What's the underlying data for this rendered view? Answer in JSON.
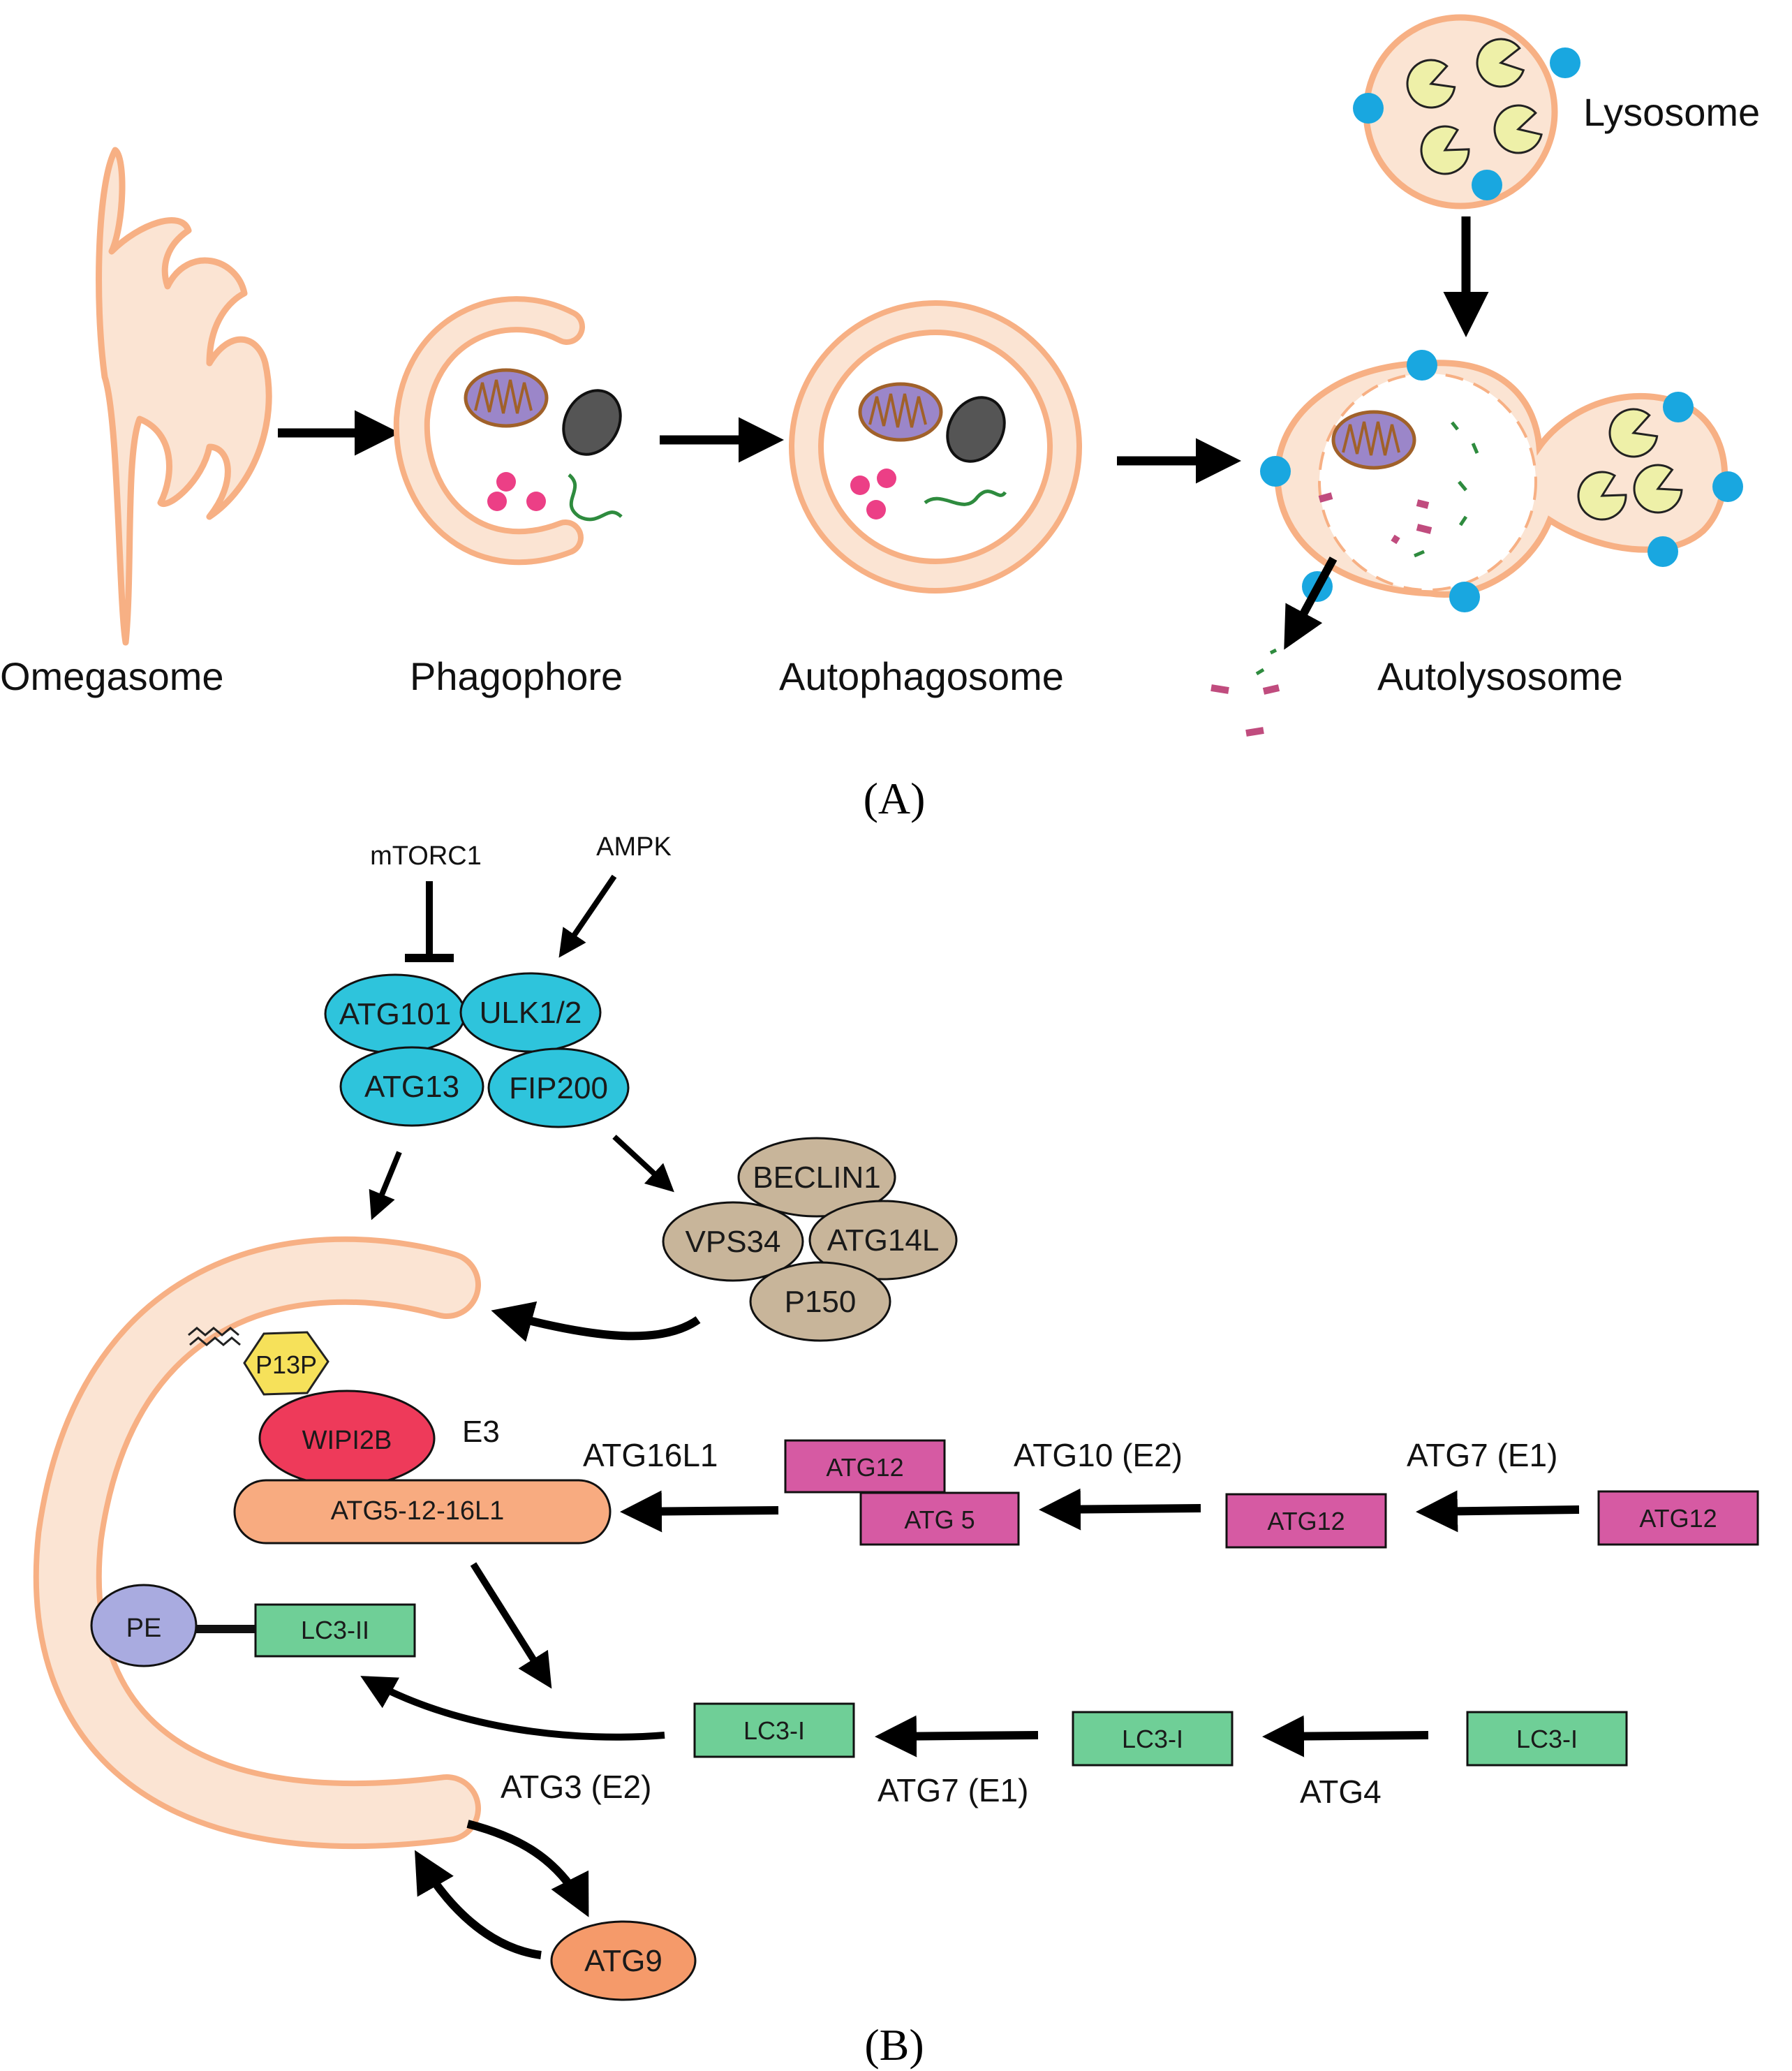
{
  "panel_a": {
    "label": "(A)",
    "stages": {
      "omegasome": "Omegasome",
      "phagophore": "Phagophore",
      "autophagosome": "Autophagosome",
      "autolysosome": "Autolysosome",
      "lysosome": "Lysosome"
    }
  },
  "panel_b": {
    "label": "(B)",
    "regulators": {
      "mtorc1": "mTORC1",
      "ampk": "AMPK"
    },
    "ulk_complex": {
      "atg101": "ATG101",
      "ulk12": "ULK1/2",
      "atg13": "ATG13",
      "fip200": "FIP200"
    },
    "pi3k_complex": {
      "beclin1": "BECLIN1",
      "vps34": "VPS34",
      "atg14l": "ATG14L",
      "p150": "P150"
    },
    "membrane": {
      "pi3p": "P13P",
      "wipi2b": "WIPI2B",
      "e3": "E3",
      "atg5_12_16l1": "ATG5-12-16L1",
      "pe": "PE",
      "lc3_ii": "LC3-II"
    },
    "atg12_pathway": {
      "atg16l1": "ATG16L1",
      "atg12_conj": "ATG12",
      "atg5": "ATG 5",
      "atg10": "ATG10 (E2)",
      "atg12_mid": "ATG12",
      "atg7": "ATG7 (E1)",
      "atg12_right": "ATG12"
    },
    "lc3_pathway": {
      "lc3_i_left": "LC3-I",
      "lc3_i_mid": "LC3-I",
      "lc3_i_right": "LC3-I",
      "atg3": "ATG3 (E2)",
      "atg7": "ATG7 (E1)",
      "atg4": "ATG4"
    },
    "atg9": "ATG9"
  },
  "colors": {
    "membrane_outline": "#f7b084",
    "membrane_fill": "#fbe4d3",
    "ulk_blue": "#2ec4dc",
    "pi3k_tan": "#c8b59a",
    "atg12_magenta": "#d65aa3",
    "lc3_green": "#6fcf97",
    "wipi_red": "#ee3a5a",
    "pi3p_yellow": "#f6e15a",
    "pe_lavender": "#a9abe0",
    "atg9_orange": "#f59a6a",
    "lysosome_blue_dot": "#19a7e0"
  }
}
